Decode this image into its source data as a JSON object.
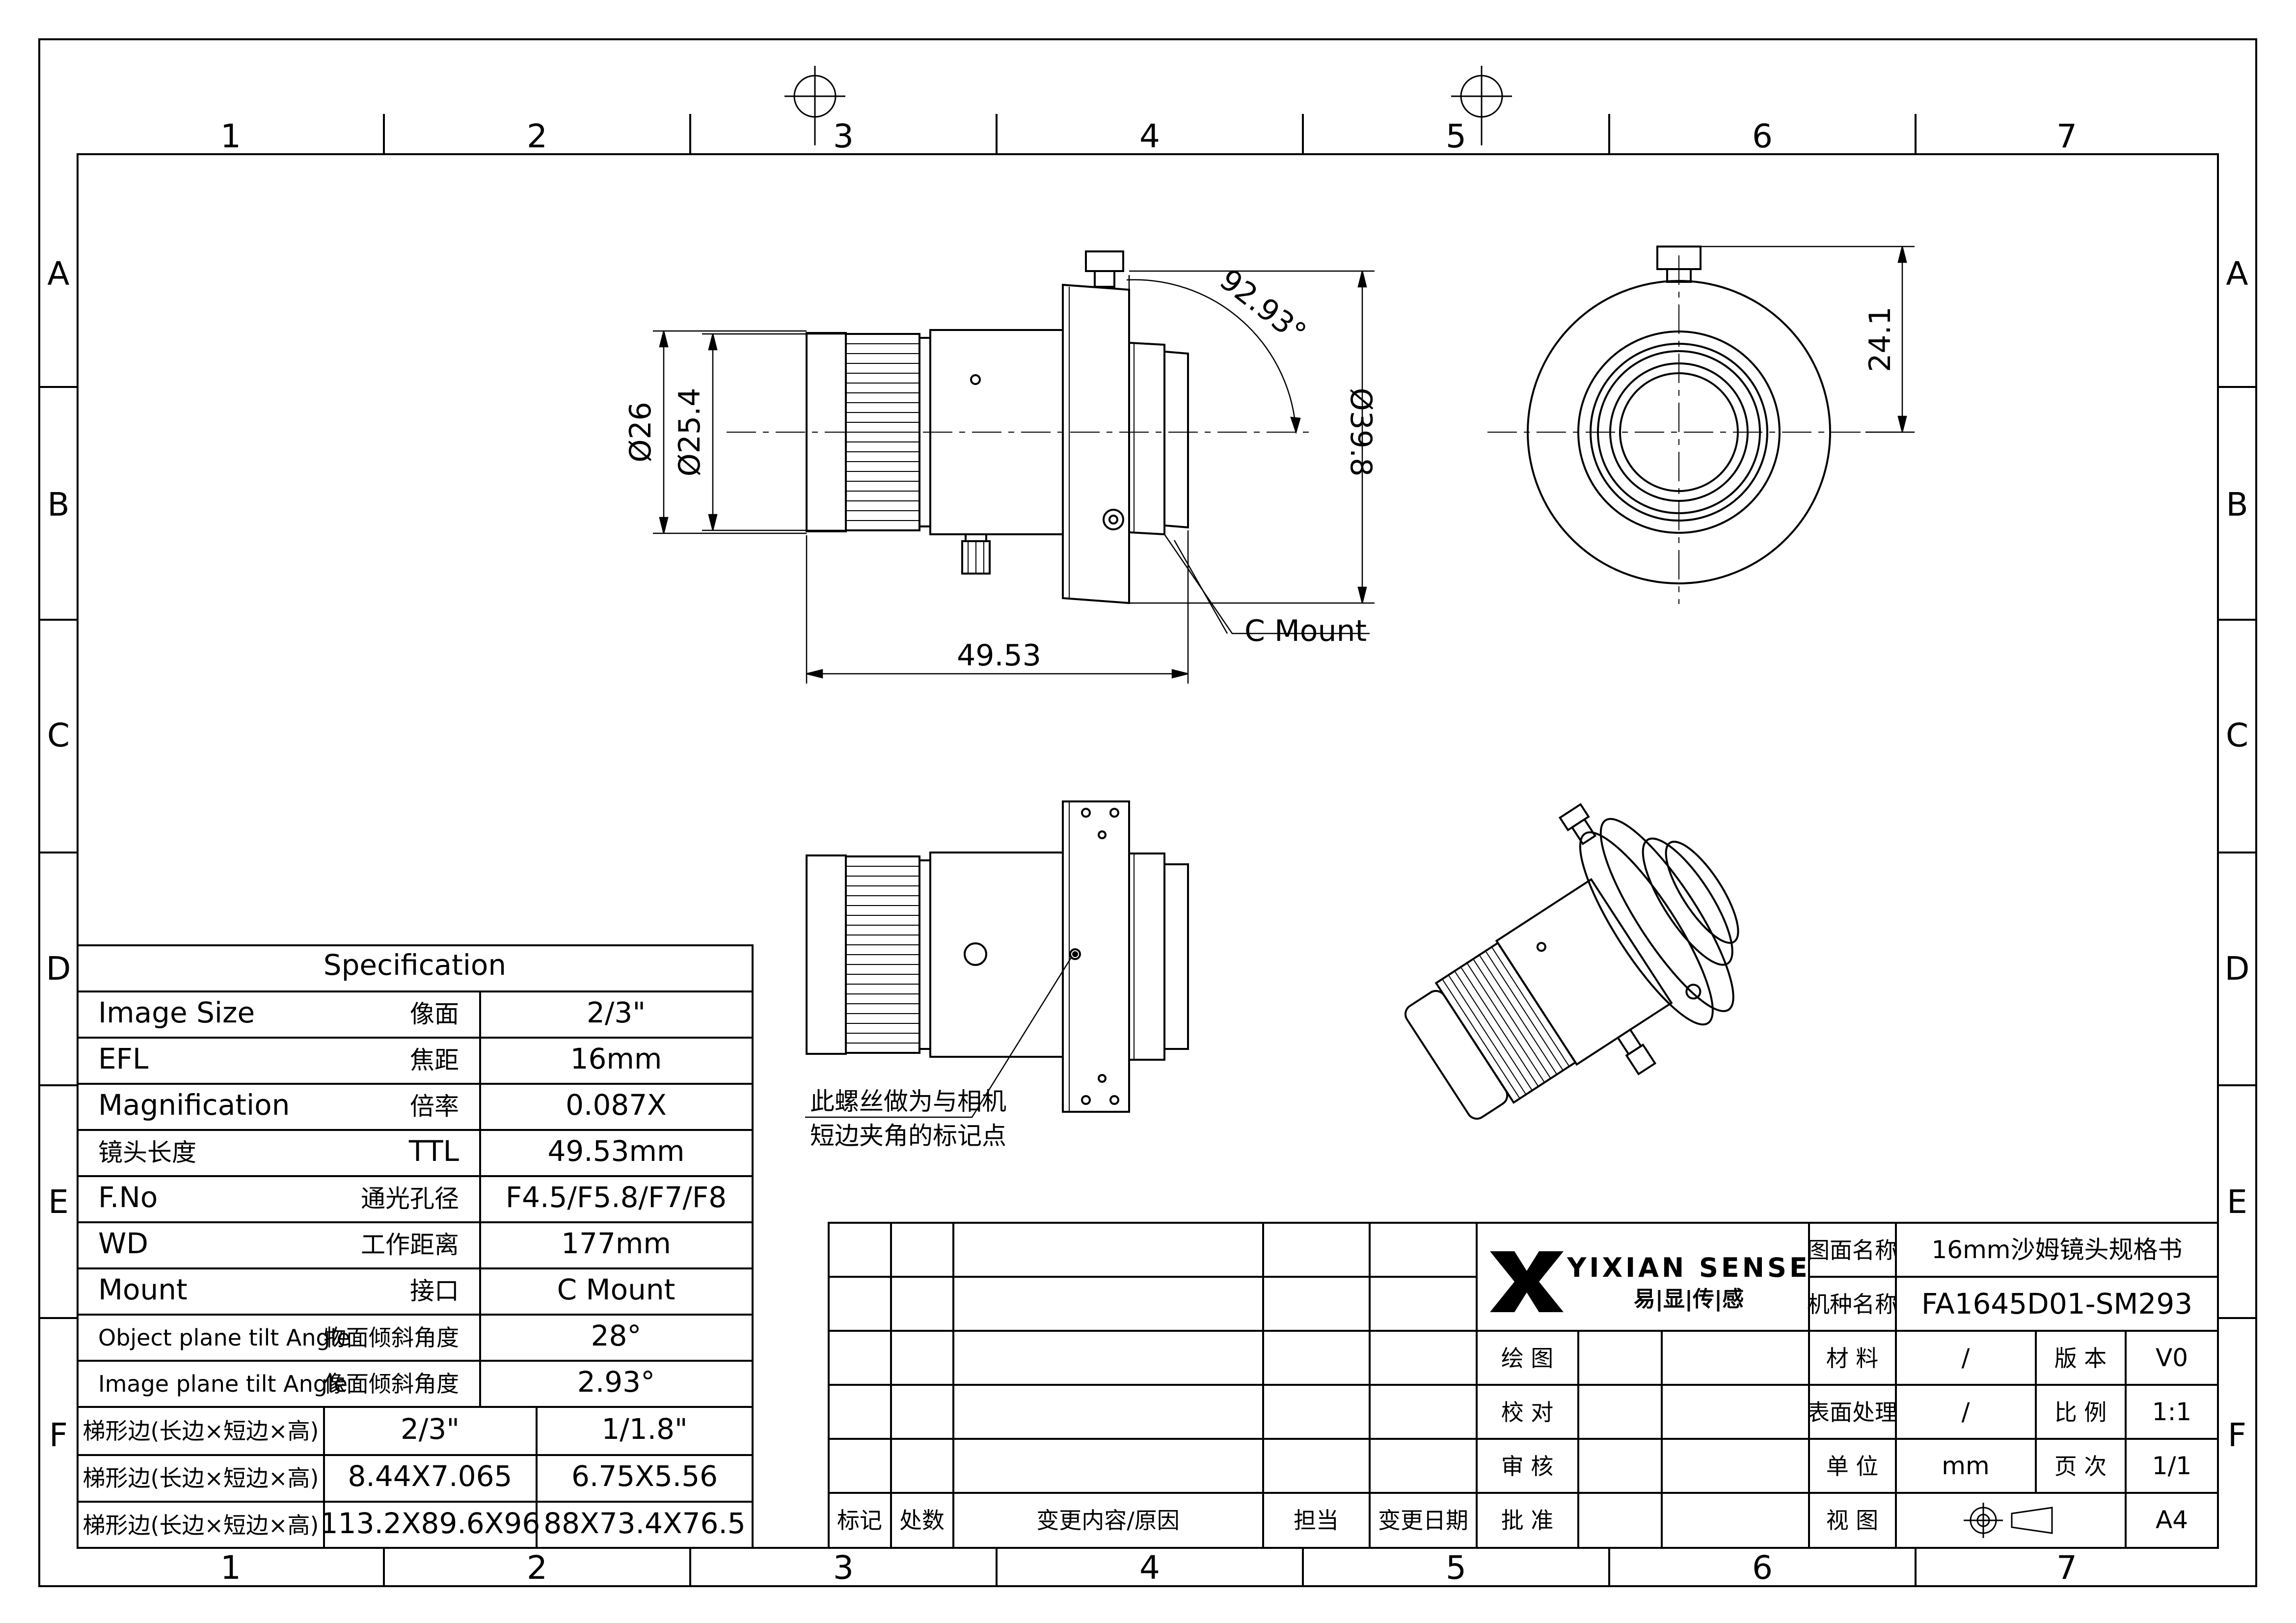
{
  "frame": {
    "columns": [
      "1",
      "2",
      "3",
      "4",
      "5",
      "6",
      "7"
    ],
    "rows": [
      "A",
      "B",
      "C",
      "D",
      "E",
      "F"
    ]
  },
  "dimensions": {
    "outer_diameter": "Ø26",
    "thread_diameter": "Ø25.4",
    "length": "49.53",
    "tilt_angle": "92.93°",
    "flange_diameter": "Ø39.8",
    "screw_height": "24.1",
    "mount_label": "C Mount"
  },
  "annotation": {
    "line1": "此螺丝做为与相机",
    "line2": "短边夹角的标记点"
  },
  "spec": {
    "title": "Specification",
    "rows": [
      {
        "en": "Image Size",
        "cn": "像面",
        "value": "2/3\""
      },
      {
        "en": "EFL",
        "cn": "焦距",
        "value": "16mm"
      },
      {
        "en": "Magnification",
        "cn": "倍率",
        "value": "0.087X"
      },
      {
        "en": "镜头长度",
        "cn": "TTL",
        "value": "49.53mm"
      },
      {
        "en": "F.No",
        "cn": "通光孔径",
        "value": "F4.5/F5.8/F7/F8"
      },
      {
        "en": "WD",
        "cn": "工作距离",
        "value": "177mm"
      },
      {
        "en": "Mount",
        "cn": "接口",
        "value": "C Mount"
      },
      {
        "en": "Object plane tilt Angle",
        "cn": "物面倾斜角度",
        "value": "28°"
      },
      {
        "en": "Image plane tilt Angle",
        "cn": "像面倾斜角度",
        "value": "2.93°"
      }
    ],
    "trap_rows": [
      {
        "label": "梯形边(长边×短边×高)",
        "a": "2/3\"",
        "b": "1/1.8\""
      },
      {
        "label": "梯形边(长边×短边×高)",
        "a": "8.44X7.065",
        "b": "6.75X5.56"
      },
      {
        "label": "梯形边(长边×短边×高)",
        "a": "113.2X89.6X96",
        "b": "88X73.4X76.5"
      }
    ]
  },
  "revision": {
    "headers": [
      "标记",
      "处数",
      "变更内容/原因",
      "担当",
      "变更日期"
    ]
  },
  "title_block": {
    "brand": "YIXIAN SENSE",
    "brand_cn": "易|显|传|感",
    "drawing_name_label": "图面名称",
    "drawing_name": "16mm沙姆镜头规格书",
    "model_label": "机种名称",
    "model": "FA1645D01-SM293",
    "draw_label": "绘 图",
    "check_label": "校 对",
    "review_label": "审 核",
    "approve_label": "批 准",
    "material_label": "材 料",
    "material": "/",
    "version_label": "版 本",
    "version": "V0",
    "surface_label": "表面处理",
    "surface": "/",
    "scale_label": "比 例",
    "scale": "1:1",
    "unit_label": "单 位",
    "unit": "mm",
    "page_label": "页 次",
    "page": "1/1",
    "view_label": "视 图",
    "size": "A4"
  }
}
